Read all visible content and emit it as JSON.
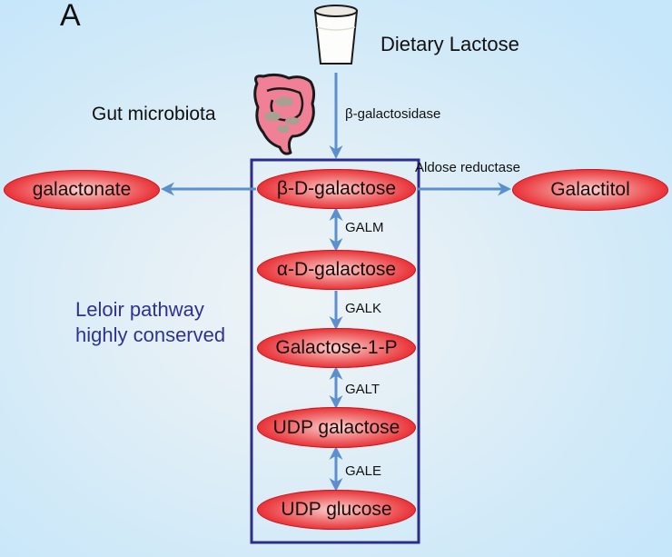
{
  "panel_label": "A",
  "source": {
    "label": "Dietary Lactose",
    "icon": "milk-glass-icon"
  },
  "microbiota": {
    "label": "Gut microbiota",
    "icon": "intestine-icon"
  },
  "entry_enzyme": "β-galactosidase",
  "side_pathways": {
    "left_product": "galactonate",
    "right_product": "Galactitol",
    "right_enzyme": "Aldose reductase"
  },
  "leloir": {
    "caption_line1": "Leloir pathway",
    "caption_line2": "highly conserved",
    "nodes": [
      "β-D-galactose",
      "α-D-galactose",
      "Galactose-1-P",
      "UDP galactose",
      "UDP glucose"
    ],
    "steps": [
      {
        "enzyme": "GALM",
        "direction": "bidirectional"
      },
      {
        "enzyme": "GALK",
        "direction": "forward"
      },
      {
        "enzyme": "GALT",
        "direction": "bidirectional"
      },
      {
        "enzyme": "GALE",
        "direction": "bidirectional"
      }
    ]
  },
  "colors": {
    "arrow": "#5b8fcd",
    "box": "#2a2d8f",
    "node_fill": "#e8262c",
    "caption": "#2e3392"
  }
}
